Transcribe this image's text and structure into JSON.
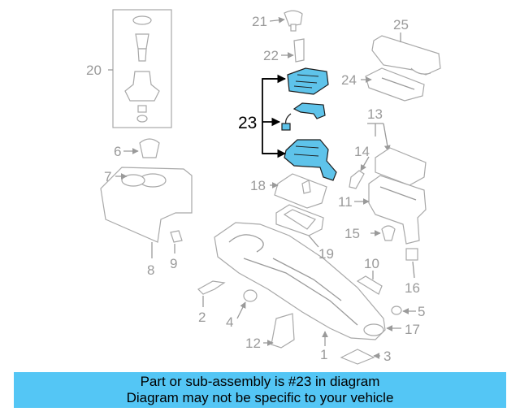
{
  "diagram": {
    "callouts": [
      "1",
      "2",
      "3",
      "4",
      "5",
      "6",
      "7",
      "8",
      "9",
      "10",
      "11",
      "12",
      "13",
      "14",
      "15",
      "16",
      "17",
      "18",
      "19",
      "20",
      "21",
      "22",
      "23",
      "24",
      "25"
    ],
    "highlighted_callout": "23",
    "highlight_color": "#5ec3ea",
    "banner_color": "#54c6f5"
  },
  "banner": {
    "line1": "Part or sub-assembly is #23 in diagram",
    "line2": "Diagram may not be specific to your vehicle"
  }
}
